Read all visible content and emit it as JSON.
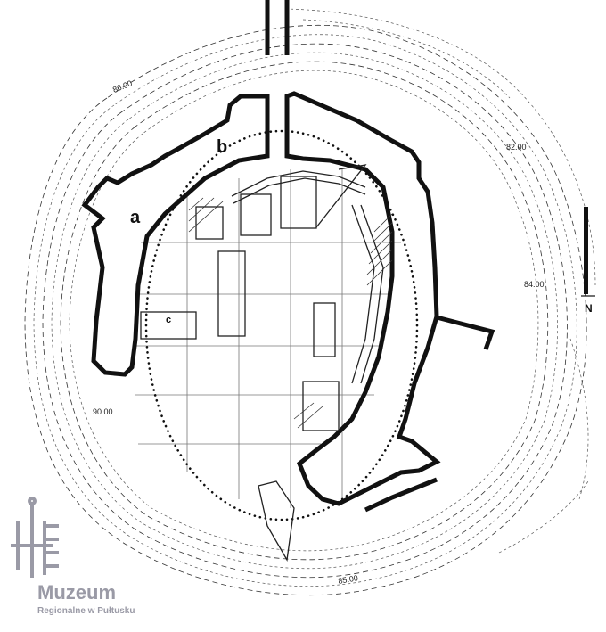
{
  "elevations": {
    "e1": "86.00",
    "e2": "82.00",
    "e3": "84.00",
    "e4": "90.00",
    "e5": "85.00"
  },
  "labels": {
    "a": "a",
    "b": "b",
    "c": "c"
  },
  "north_label": "N",
  "logo": {
    "title": "Muzeum",
    "subtitle": "Regionalne w Pułtusku"
  }
}
